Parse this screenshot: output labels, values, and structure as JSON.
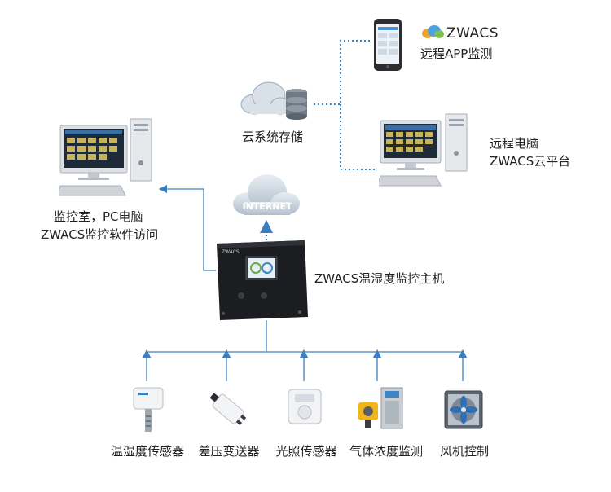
{
  "nodes": {
    "app": {
      "brand": "ZWACS",
      "label": "远程APP监测"
    },
    "cloud_storage": {
      "label": "云系统存储"
    },
    "remote_pc": {
      "line1": "远程电脑",
      "line2": "ZWACS云平台"
    },
    "pc": {
      "line1": "监控室，PC电脑",
      "line2": "ZWACS监控软件访问"
    },
    "internet": {
      "label": "INTERNET"
    },
    "host": {
      "label": "ZWACS温湿度监控主机"
    },
    "sensors": [
      {
        "label": "温湿度传感器"
      },
      {
        "label": "差压变送器"
      },
      {
        "label": "光照传感器"
      },
      {
        "label": "气体浓度监测"
      },
      {
        "label": "风机控制"
      }
    ]
  },
  "colors": {
    "connector": "#3a7fc1",
    "dotted": "#2f86c9",
    "cloud": "#cfd8e2"
  }
}
